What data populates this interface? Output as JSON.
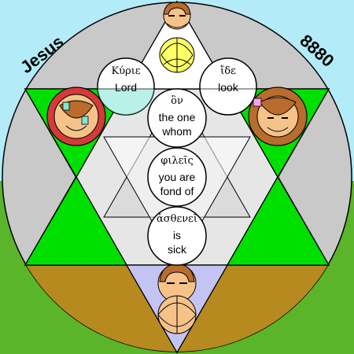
{
  "corner_labels": {
    "left": "Jesus",
    "right": "8880"
  },
  "word_circles": [
    {
      "id": "kyrie",
      "greek": "Κύριε",
      "english": "Lord"
    },
    {
      "id": "ide",
      "greek": "ἴδε",
      "english": "look"
    },
    {
      "id": "hon",
      "greek": "ὃν",
      "english": "the one whom"
    },
    {
      "id": "phileis",
      "greek": "φιλεῖς",
      "english": "you are fond of"
    },
    {
      "id": "asthenei",
      "greek": "ἀσθενεῖ",
      "english": "is sick"
    }
  ],
  "colors": {
    "sky": "#b3ecf8",
    "grass": "#5ab52a",
    "disc": "#c9c9c9",
    "triangle_green": "#00e000",
    "star_inner": "#d4d4d4",
    "hexagon": "#e6e6e6",
    "earth": "#b78a1f",
    "lavender": "#c4c4f4",
    "skin": "#f5c38a",
    "hair": "#b96c2c",
    "halo_yellow": "#ffff66",
    "halo_red": "#d43a3a",
    "cyan_accent": "#7fe6d6",
    "pink_accent": "#f6a0f0",
    "black": "#000000"
  }
}
